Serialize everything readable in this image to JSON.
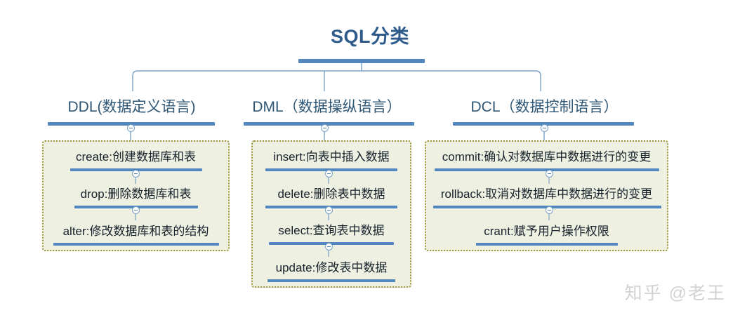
{
  "title": "SQL分类",
  "branches": [
    {
      "head": "DDL(数据定义语言)",
      "items": [
        "create:创建数据库和表",
        "drop:删除数据库和表",
        "alter:修改数据库和表的结构"
      ]
    },
    {
      "head": "DML（数据操纵语言）",
      "items": [
        "insert:向表中插入数据",
        "delete:删除表中数据",
        "select:查询表中数据",
        "update:修改表中数据"
      ]
    },
    {
      "head": "DCL（数据控制语言）",
      "items": [
        "commit:确认对数据库中数据进行的变更",
        "rollback:取消对数据库中数据进行的变更",
        "crant:赋予用户操作权限"
      ]
    }
  ],
  "watermark": "知乎 @老王",
  "colors": {
    "title": "#2e5b8c",
    "accent_bar": "#5287bd",
    "box_fill": "#eef0e2",
    "box_border": "#9a9436",
    "connector": "#7ba2c6",
    "watermark": "#d2d2d2"
  }
}
